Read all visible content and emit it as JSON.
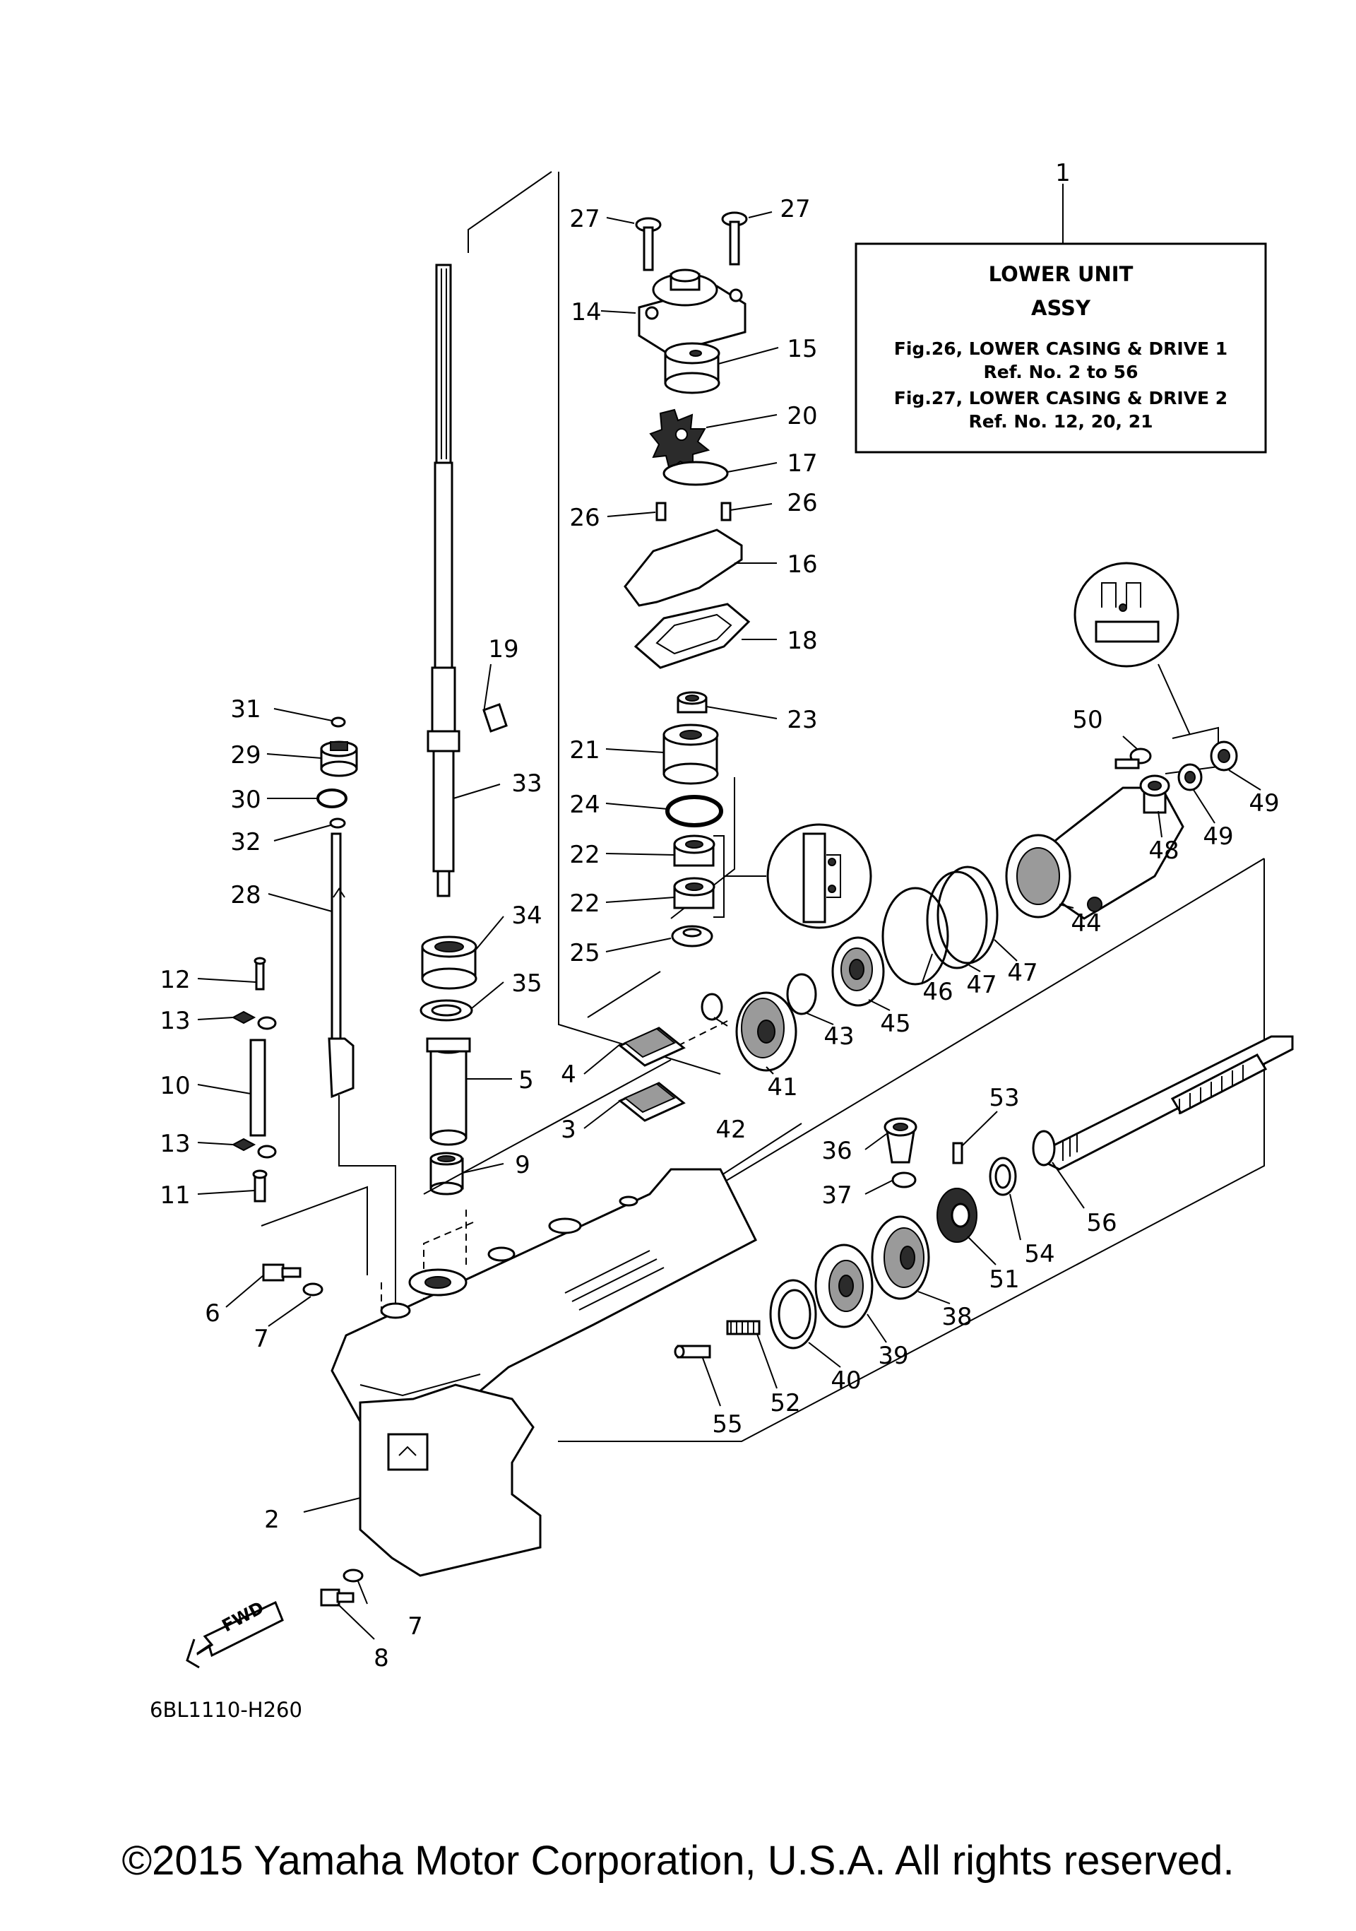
{
  "callouts": {
    "c1": "1",
    "c2": "2",
    "c3": "3",
    "c4": "4",
    "c5": "5",
    "c6": "6",
    "c7a": "7",
    "c7b": "7",
    "c8": "8",
    "c9": "9",
    "c10": "10",
    "c11": "11",
    "c12": "12",
    "c13a": "13",
    "c13b": "13",
    "c14": "14",
    "c15": "15",
    "c16": "16",
    "c17": "17",
    "c18": "18",
    "c19": "19",
    "c20": "20",
    "c21": "21",
    "c22a": "22",
    "c22b": "22",
    "c23": "23",
    "c24": "24",
    "c25": "25",
    "c26a": "26",
    "c26b": "26",
    "c27a": "27",
    "c27b": "27",
    "c28": "28",
    "c29": "29",
    "c30": "30",
    "c31": "31",
    "c32": "32",
    "c33": "33",
    "c34": "34",
    "c35": "35",
    "c36": "36",
    "c37": "37",
    "c38": "38",
    "c39": "39",
    "c40": "40",
    "c41": "41",
    "c42": "42",
    "c43": "43",
    "c44": "44",
    "c45": "45",
    "c46": "46",
    "c47a": "47",
    "c47b": "47",
    "c48": "48",
    "c49a": "49",
    "c49b": "49",
    "c50": "50",
    "c51": "51",
    "c52": "52",
    "c53": "53",
    "c54": "54",
    "c55": "55",
    "c56": "56"
  },
  "info_box": {
    "title_line1": "LOWER UNIT",
    "title_line2": "ASSY",
    "line1": "Fig.26, LOWER CASING & DRIVE 1",
    "line2": "Ref. No. 2 to 56",
    "line3": "Fig.27, LOWER CASING & DRIVE 2",
    "line4": "Ref. No. 12, 20, 21"
  },
  "fwd_label": "FWD",
  "diagram_code": "6BL1110-H260",
  "copyright": "©2015 Yamaha Motor Corporation, U.S.A. All rights reserved."
}
